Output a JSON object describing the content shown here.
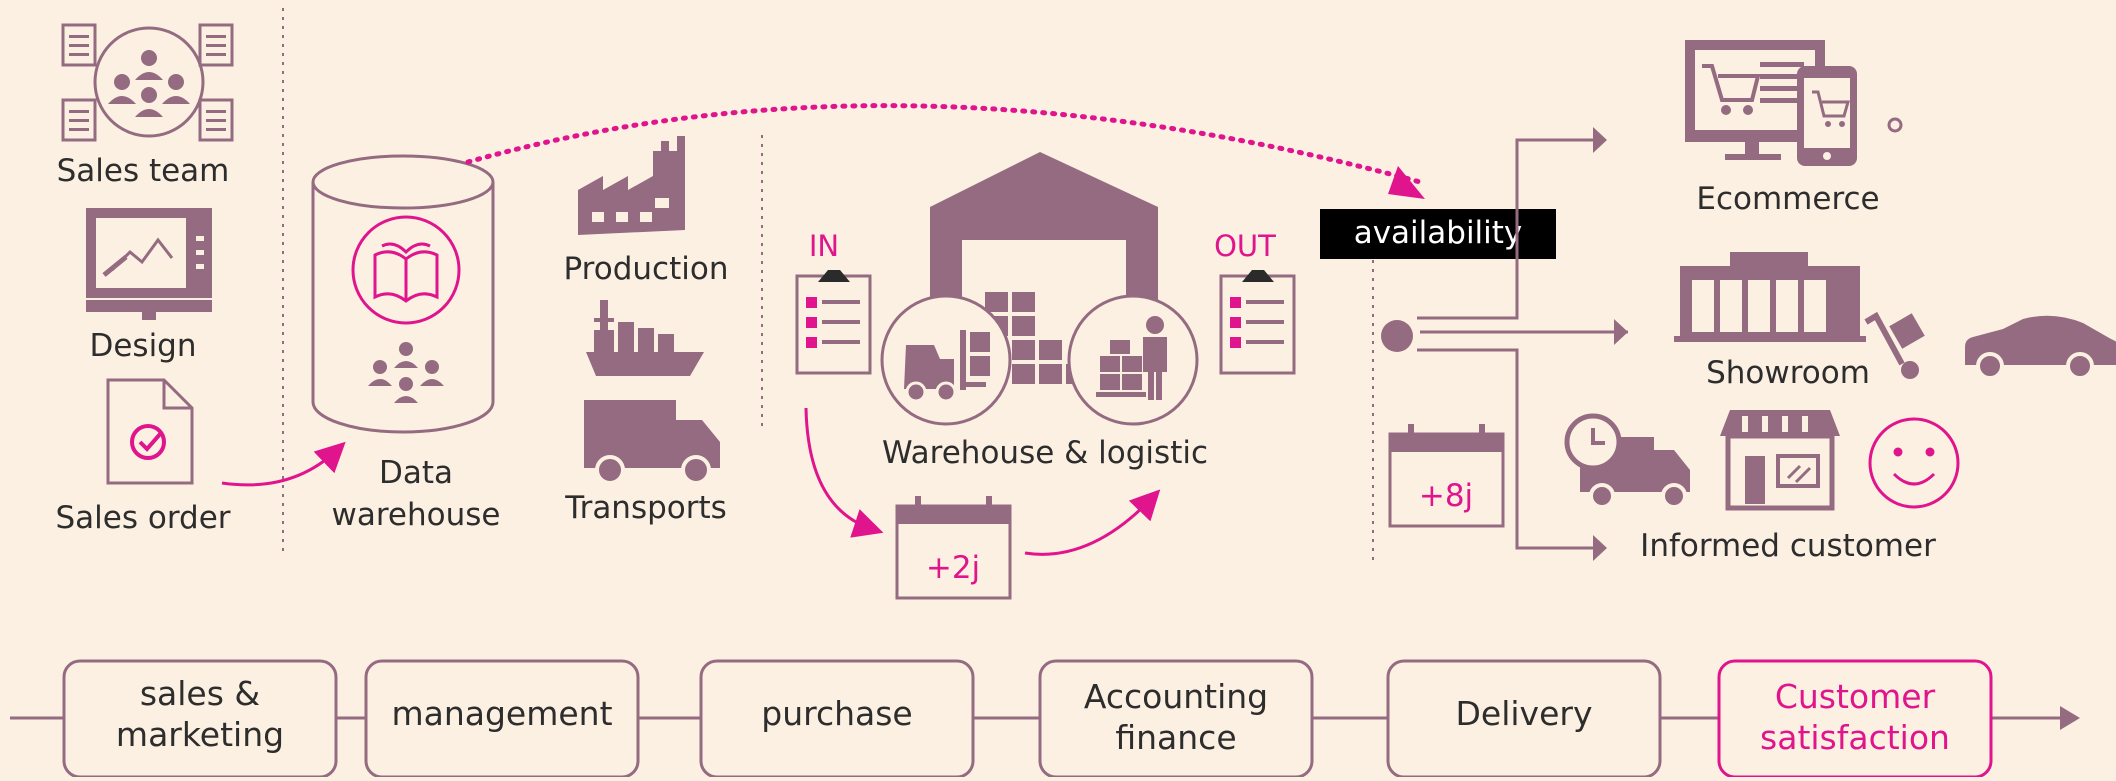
{
  "colors": {
    "primary": "#946b80",
    "accent": "#e0148c",
    "background": "#fcf0e3",
    "text": "#2d2d2d",
    "tag_bg": "#000000"
  },
  "icons": [
    "sales-team-icon",
    "design-icon",
    "sales-order-icon",
    "database-icon",
    "book-icon",
    "people-icon",
    "factory-icon",
    "ship-icon",
    "truck-icon",
    "warehouse-icon",
    "forklift-icon",
    "worker-icon",
    "clipboard-icon",
    "calendar-icon",
    "ecommerce-icon",
    "showroom-icon",
    "car-icon",
    "clock-truck-icon",
    "shop-icon",
    "smiley-icon"
  ],
  "left": {
    "sales_team": "Sales team",
    "design": "Design",
    "sales_order": "Sales order"
  },
  "data_warehouse": {
    "line1": "Data",
    "line2": "warehouse"
  },
  "sources": {
    "production": "Production",
    "transports": "Transports"
  },
  "warehouse": {
    "in": "IN",
    "out": "OUT",
    "label": "Warehouse & logistic",
    "delay": "+2j"
  },
  "availability": {
    "tag": "availability",
    "delay": "+8j"
  },
  "channels": {
    "ecommerce": "Ecommerce",
    "showroom": "Showroom",
    "informed": "Informed customer"
  },
  "steps": [
    {
      "l1": "sales &",
      "l2": "marketing"
    },
    {
      "l1": "management",
      "l2": ""
    },
    {
      "l1": "purchase",
      "l2": ""
    },
    {
      "l1": "Accounting",
      "l2": "finance"
    },
    {
      "l1": "Delivery",
      "l2": ""
    },
    {
      "l1": "Customer",
      "l2": "satisfaction"
    }
  ]
}
